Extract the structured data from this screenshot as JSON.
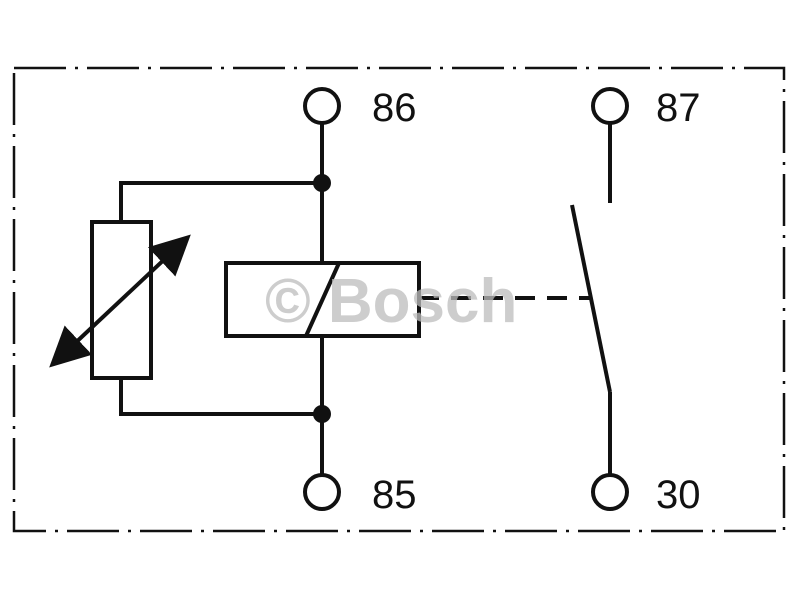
{
  "pins": {
    "p86": "86",
    "p87": "87",
    "p85": "85",
    "p30": "30"
  },
  "watermark": {
    "text": "© Bosch"
  },
  "colors": {
    "line": "#111111",
    "background": "#ffffff",
    "watermark": "#bdbdbd"
  }
}
